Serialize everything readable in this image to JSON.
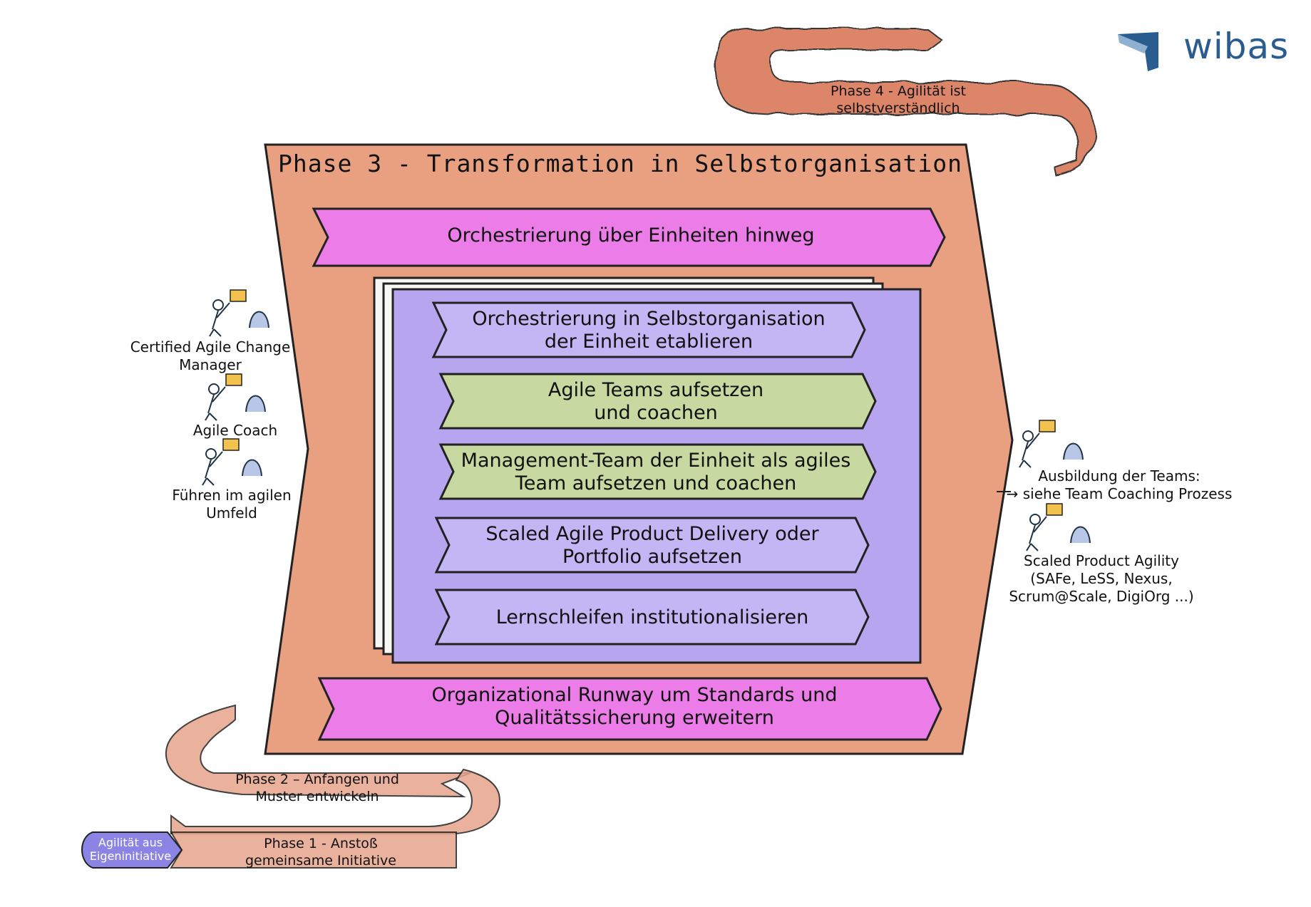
{
  "logo": {
    "text": "wibas"
  },
  "colors": {
    "orange_wash": "#e8a080",
    "dark_orange": "#d9542a",
    "magenta": "#ec7de8",
    "lavender": "#b7a6ef",
    "green": "#c7d8a0",
    "blue_badge": "#8c84e4",
    "flag": "#f2c14e"
  },
  "phase3": {
    "title": "Phase 3 - Transformation in Selbstorganisation"
  },
  "blocks": {
    "orchestration_top": "Orchestrierung über Einheiten hinweg",
    "inner": [
      {
        "line1": "Orchestrierung in Selbstorganisation",
        "line2": "der Einheit etablieren",
        "color": "lavender"
      },
      {
        "line1": "Agile Teams aufsetzen",
        "line2": "und coachen",
        "color": "green"
      },
      {
        "line1": "Management-Team der Einheit als agiles",
        "line2": "Team aufsetzen und coachen",
        "color": "green"
      },
      {
        "line1": "Scaled Agile Product Delivery oder",
        "line2": "Portfolio aufsetzen",
        "color": "lavender"
      },
      {
        "line1": "Lernschleifen institutionalisieren",
        "line2": "",
        "color": "lavender"
      }
    ],
    "runway": {
      "line1": "Organizational Runway um Standards und",
      "line2": "Qualitätssicherung erweitern"
    }
  },
  "left_trainings": [
    {
      "line1": "Certified Agile Change",
      "line2": "Manager"
    },
    {
      "line1": "Agile Coach",
      "line2": ""
    },
    {
      "line1": "Führen im agilen",
      "line2": "Umfeld"
    }
  ],
  "right_trainings": [
    {
      "line1": "Ausbildung der Teams:",
      "line2": "→ siehe Team Coaching Prozess",
      "line3": ""
    },
    {
      "line1": "Scaled Product Agility",
      "line2": "(SAFe, LeSS, Nexus,",
      "line3": "Scrum@Scale, DigiOrg ...)"
    }
  ],
  "phases": {
    "phase4": {
      "line1": "Phase 4 - Agilität ist",
      "line2": "selbstverständlich"
    },
    "phase2": {
      "line1": "Phase 2 – Anfangen und",
      "line2": "Muster entwickeln"
    },
    "phase1": {
      "line1": "Phase 1 - Anstoß",
      "line2": "gemeinsame Initiative"
    },
    "badge": {
      "line1": "Agilität aus",
      "line2": "Eigeninitiative"
    }
  }
}
